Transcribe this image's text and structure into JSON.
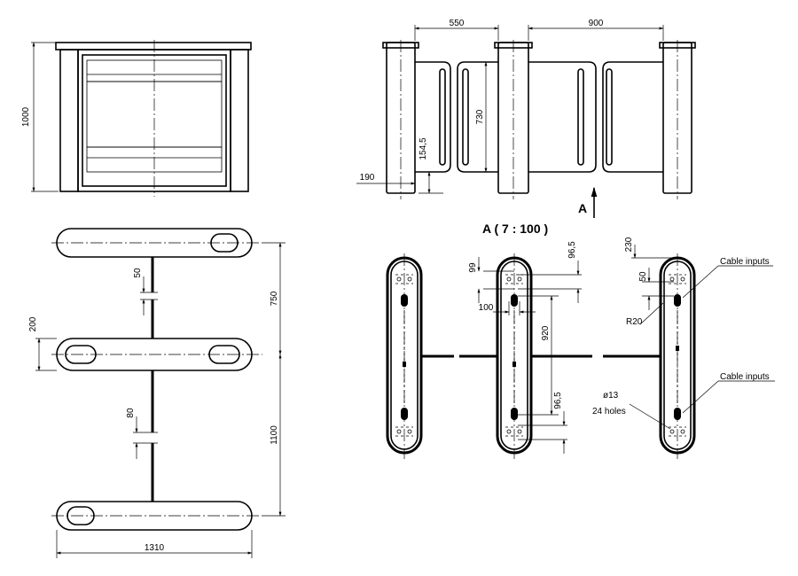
{
  "drawing": {
    "front_view": {
      "dimensions": {
        "height": "1000"
      }
    },
    "side_view": {
      "dimensions": {
        "gap_small": "550",
        "gap_large": "900",
        "panel_height": "730",
        "bottom_clearance": "154,5",
        "post_width": "190"
      },
      "view_marker": "A"
    },
    "plan_view": {
      "dimensions": {
        "gap_top": "50",
        "spacing_top": "750",
        "body_width": "200",
        "gap_bottom": "80",
        "spacing_bottom": "1100",
        "overall_length": "1310"
      }
    },
    "detail_view": {
      "title": "A ( 7 : 100 )",
      "dimensions": {
        "offset_99": "99",
        "offset_96_5_top": "96,5",
        "offset_96_5_bottom": "96,5",
        "width_100": "100",
        "length_920": "920",
        "offset_230": "230",
        "offset_50": "50",
        "radius": "R20",
        "hole_diameter": "ø13",
        "hole_count": "24 holes"
      },
      "callouts": {
        "cable_inputs_top": "Cable inputs",
        "cable_inputs_bottom": "Cable inputs"
      }
    }
  }
}
